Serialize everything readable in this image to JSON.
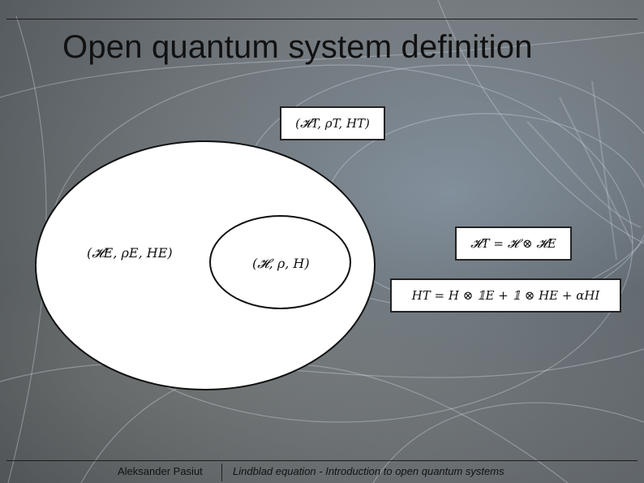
{
  "slide": {
    "title": "Open quantum system definition"
  },
  "diagram": {
    "total_system": "(𝓗T, ρT, HT)",
    "environment": "(𝓗E, ρE, HE)",
    "system": "(𝓗, ρ, H)",
    "hilbert_space_equation": "𝓗T = 𝓗 ⊗ 𝓗E",
    "hamiltonian_equation": "HT = H ⊗ 𝟙E + 𝟙 ⊗ HE + αHI"
  },
  "footer": {
    "author": "Aleksander Pasiut",
    "course": "Lindblad equation - Introduction to open quantum systems"
  }
}
